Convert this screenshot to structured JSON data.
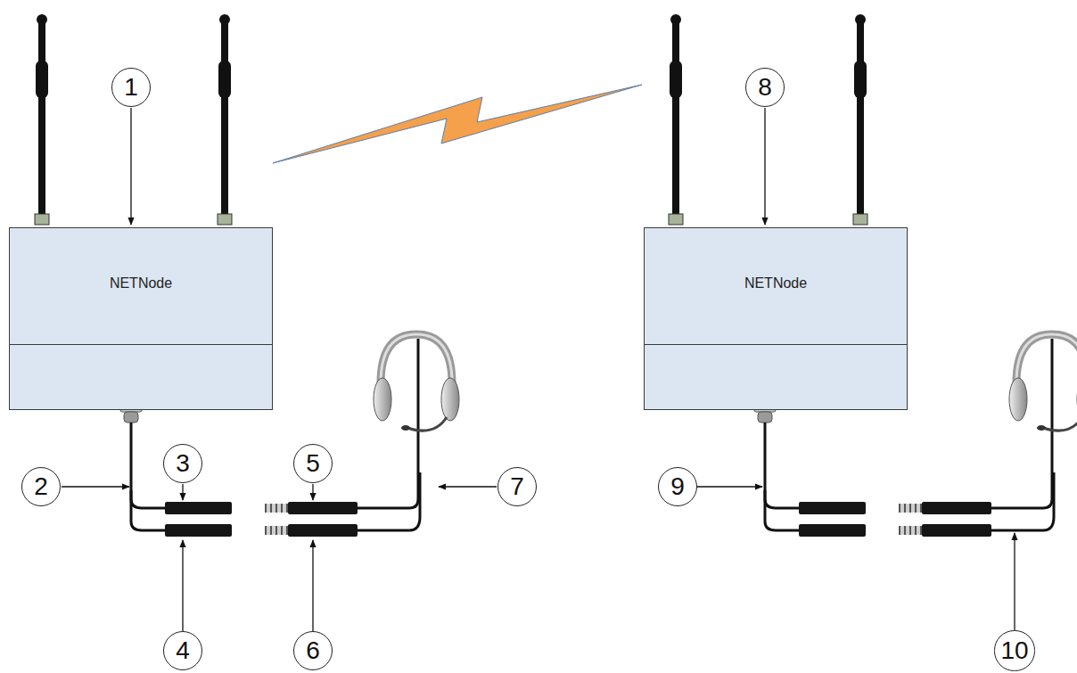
{
  "diagram": {
    "nodes": [
      {
        "text": [
          "NETNode"
        ]
      },
      {
        "text": [
          "NETNode"
        ]
      }
    ],
    "edges": [
      {
        "from": 0,
        "to": 1,
        "arrow": "none"
      }
    ],
    "labels": [
      "1",
      "2",
      "3",
      "4",
      "5",
      "6",
      "7",
      "8",
      "9",
      "10"
    ]
  }
}
